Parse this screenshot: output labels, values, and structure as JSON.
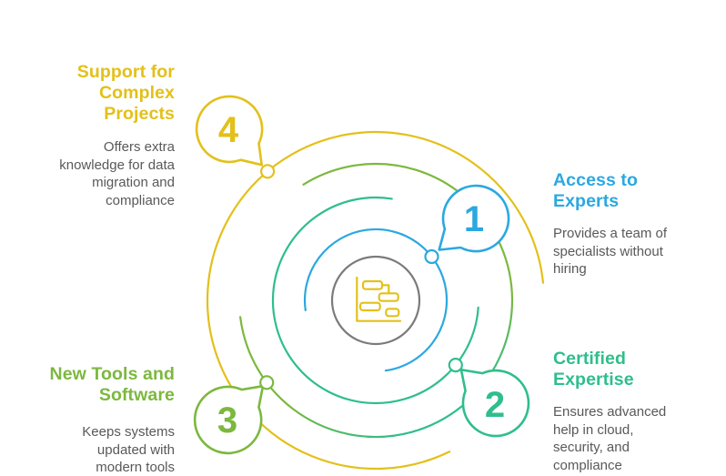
{
  "diagram": {
    "center_icon": "gantt-chart-icon",
    "colors": {
      "blue": "#2BA8E0",
      "teal": "#2FBE8C",
      "green": "#7CB83E",
      "yellow": "#E3C01A",
      "gray_ring": "#7B7B7B",
      "body_text": "#58595B",
      "background": "#FFFFFF"
    },
    "items": [
      {
        "number": "1",
        "title": "Access to Experts",
        "title_lines": [
          "Access to",
          "Experts"
        ],
        "desc": "Provides a team of specialists without hiring",
        "desc_lines": [
          "Provides a team of",
          "specialists without",
          "hiring"
        ],
        "color": "#2BA8E0"
      },
      {
        "number": "2",
        "title": "Certified Expertise",
        "title_lines": [
          "Certified",
          "Expertise"
        ],
        "desc": "Ensures advanced help in cloud, security, and compliance",
        "desc_lines": [
          "Ensures advanced",
          "help in cloud,",
          "security, and",
          "compliance"
        ],
        "color": "#2FBE8C"
      },
      {
        "number": "3",
        "title": "New Tools and Software",
        "title_lines": [
          "New Tools and",
          "Software"
        ],
        "desc": "Keeps systems updated with modern tools",
        "desc_lines": [
          "Keeps systems",
          "updated with",
          "modern tools"
        ],
        "color": "#7CB83E"
      },
      {
        "number": "4",
        "title": "Support for Complex Projects",
        "title_lines": [
          "Support for",
          "Complex",
          "Projects"
        ],
        "desc": "Offers extra knowledge for data migration and compliance",
        "desc_lines": [
          "Offers extra",
          "knowledge for data",
          "migration and",
          "compliance"
        ],
        "color": "#E3C01A"
      }
    ]
  }
}
